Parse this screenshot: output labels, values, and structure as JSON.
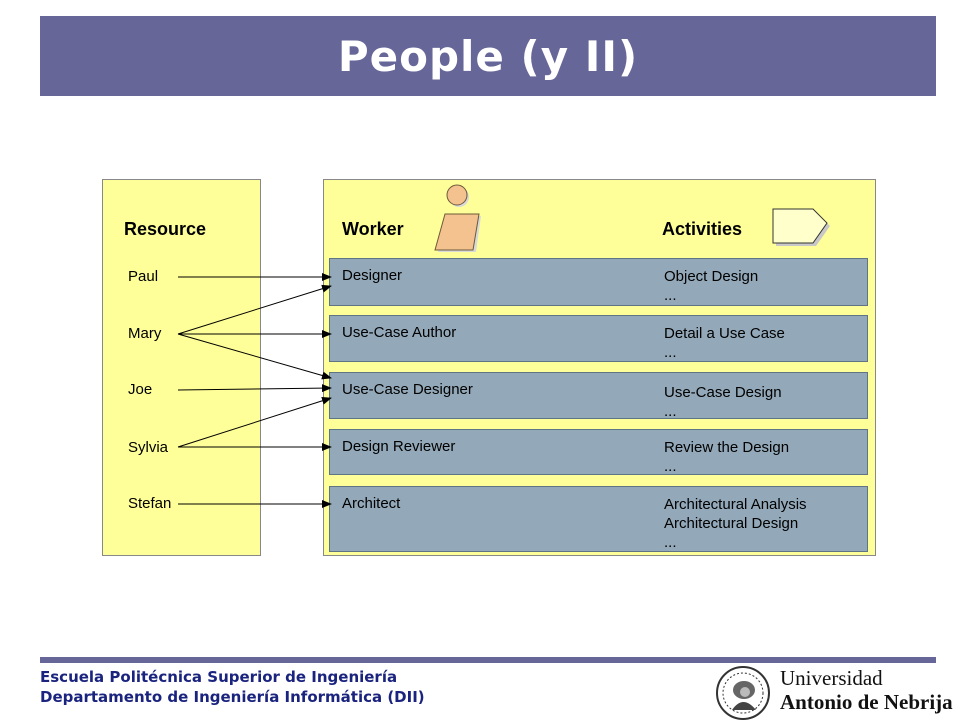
{
  "title": "People (y II)",
  "headers": {
    "resource": "Resource",
    "worker": "Worker",
    "activities": "Activities"
  },
  "resources": [
    "Paul",
    "Mary",
    "Joe",
    "Sylvia",
    "Stefan"
  ],
  "workers": [
    {
      "name": "Designer",
      "activities": [
        "Object Design",
        "..."
      ]
    },
    {
      "name": "Use-Case Author",
      "activities": [
        "Detail a Use Case",
        "..."
      ]
    },
    {
      "name": "Use-Case Designer",
      "activities": [
        "Use-Case Design",
        "..."
      ]
    },
    {
      "name": "Design Reviewer",
      "activities": [
        "Review the Design",
        "..."
      ]
    },
    {
      "name": "Architect",
      "activities": [
        "Architectural Analysis",
        "Architectural Design",
        "..."
      ]
    }
  ],
  "assignments": [
    {
      "resource": "Paul",
      "worker": "Designer"
    },
    {
      "resource": "Mary",
      "worker": "Designer"
    },
    {
      "resource": "Mary",
      "worker": "Use-Case Author"
    },
    {
      "resource": "Mary",
      "worker": "Use-Case Designer"
    },
    {
      "resource": "Joe",
      "worker": "Use-Case Designer"
    },
    {
      "resource": "Sylvia",
      "worker": "Use-Case Designer"
    },
    {
      "resource": "Sylvia",
      "worker": "Design Reviewer"
    },
    {
      "resource": "Stefan",
      "worker": "Architect"
    }
  ],
  "footer": {
    "line1": "Escuela Politécnica Superior de Ingeniería",
    "line2": "Departamento de Ingeniería Informática (DII)"
  },
  "logo": {
    "line1": "Universidad",
    "line2": "Antonio de Nebrija"
  },
  "colors": {
    "title_bar": "#666699",
    "panel": "#ffff99",
    "worker_box": "#93a9b9",
    "footer_text": "#1a237e"
  },
  "icons": [
    "worker-icon",
    "activity-icon",
    "university-seal-icon"
  ]
}
